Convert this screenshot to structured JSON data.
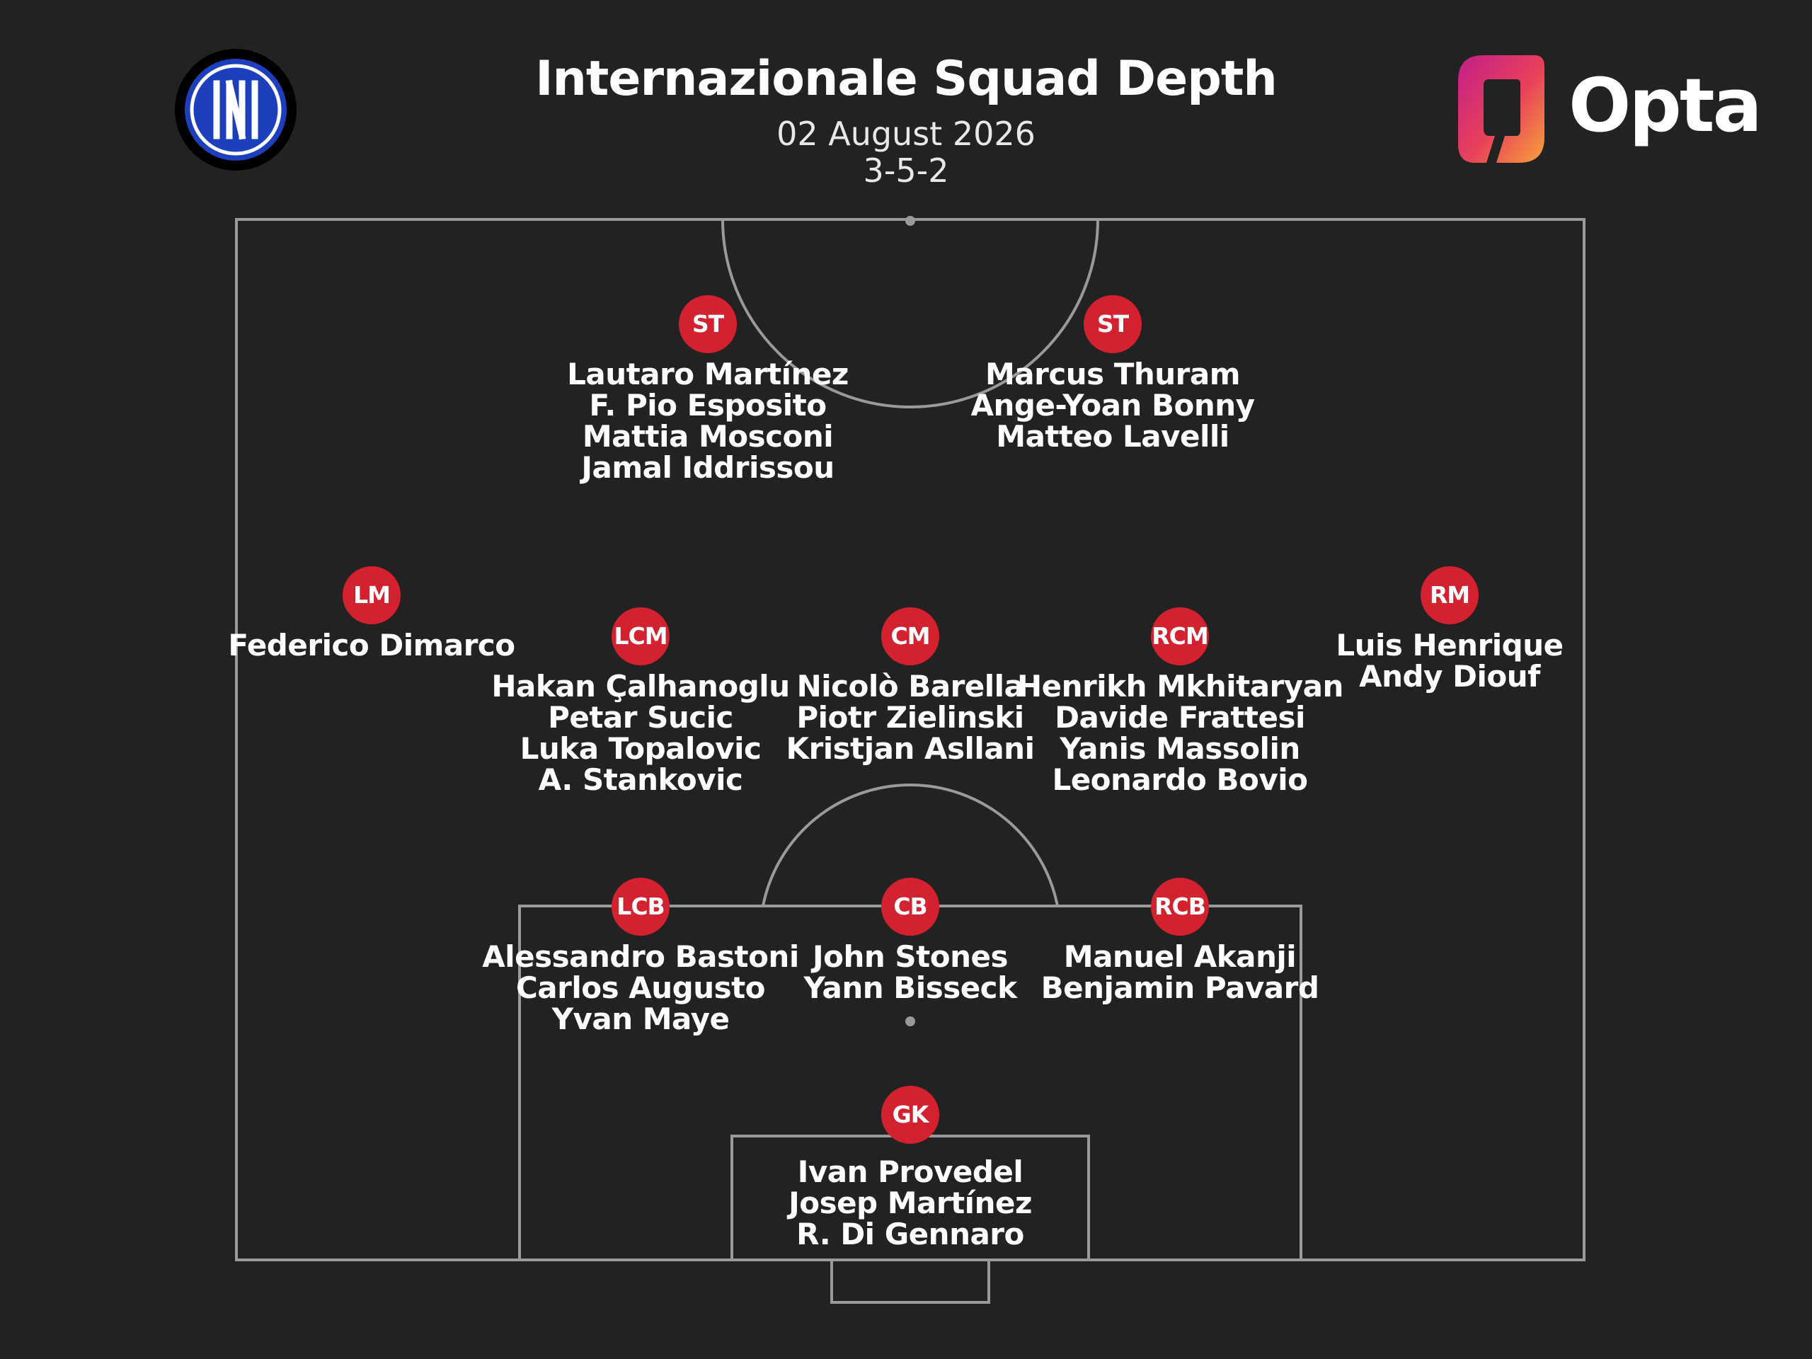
{
  "header": {
    "title": "Internazionale Squad Depth",
    "date": "02 August 2026",
    "formation": "3-5-2"
  },
  "branding": {
    "club_logo_icon": "inter-milan-crest-icon",
    "provider_logo_icon": "opta-logo-icon",
    "provider_name": "Opta"
  },
  "colors": {
    "background": "#222222",
    "pitch_lines": "#9a9a9a",
    "position_badge": "#d3212f",
    "club_blue": "#1e3fbd"
  },
  "positions": [
    {
      "id": "st-left",
      "label": "ST",
      "players": [
        "Lautaro Martínez",
        "F. Pio Esposito",
        "Mattia Mosconi",
        "Jamal Iddrissou"
      ]
    },
    {
      "id": "st-right",
      "label": "ST",
      "players": [
        "Marcus Thuram",
        "Ange-Yoan Bonny",
        "Matteo Lavelli"
      ]
    },
    {
      "id": "lm",
      "label": "LM",
      "players": [
        "Federico Dimarco"
      ]
    },
    {
      "id": "rm",
      "label": "RM",
      "players": [
        "Luis Henrique",
        "Andy Diouf"
      ]
    },
    {
      "id": "lcm",
      "label": "LCM",
      "players": [
        "Hakan Çalhanoglu",
        "Petar Sucic",
        "Luka Topalovic",
        "A. Stankovic"
      ]
    },
    {
      "id": "cm",
      "label": "CM",
      "players": [
        "Nicolò Barella",
        "Piotr Zielinski",
        "Kristjan Asllani"
      ]
    },
    {
      "id": "rcm",
      "label": "RCM",
      "players": [
        "Henrikh Mkhitaryan",
        "Davide Frattesi",
        "Yanis Massolin",
        "Leonardo Bovio"
      ]
    },
    {
      "id": "lcb",
      "label": "LCB",
      "players": [
        "Alessandro Bastoni",
        "Carlos Augusto",
        "Yvan Maye"
      ]
    },
    {
      "id": "cb",
      "label": "CB",
      "players": [
        "John Stones",
        "Yann Bisseck"
      ]
    },
    {
      "id": "rcb",
      "label": "RCB",
      "players": [
        "Manuel Akanji",
        "Benjamin Pavard"
      ]
    },
    {
      "id": "gk",
      "label": "GK",
      "players": [
        "Ivan Provedel",
        "Josep Martínez",
        "R. Di Gennaro"
      ]
    }
  ]
}
